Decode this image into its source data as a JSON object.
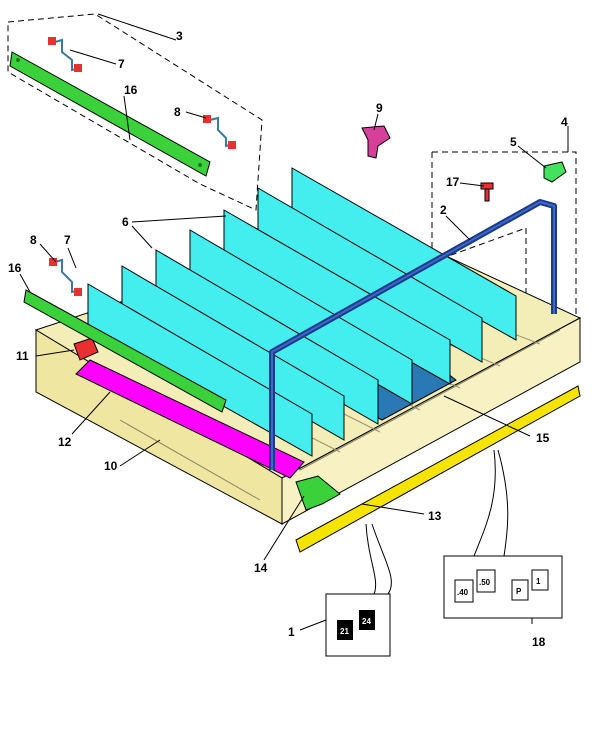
{
  "diagram": {
    "callouts": {
      "c1": "1",
      "c2": "2",
      "c3": "3",
      "c4": "4",
      "c5": "5",
      "c6": "6",
      "c7a": "7",
      "c7b": "7",
      "c8a": "8",
      "c8b": "8",
      "c9": "9",
      "c10": "10",
      "c11": "11",
      "c12": "12",
      "c13": "13",
      "c14": "14",
      "c15": "15",
      "c16a": "16",
      "c16b": "16",
      "c17": "17",
      "c18": "18"
    },
    "inset_labels": {
      "box1": [
        "21",
        "24"
      ],
      "box18_numbers": [
        ".40",
        ".50"
      ],
      "box18_letters": [
        "P",
        "1"
      ]
    },
    "colors": {
      "tray": "#f3edb8",
      "divider": "#44eeee",
      "rod": "#1b3a8a",
      "strip": "#3ad13a",
      "pusher_plate": "#ff00ff",
      "clip_red": "#e83030",
      "clip_magenta": "#d6409a",
      "rail": "#f5e400",
      "bottom_plate": "#2a79b5"
    }
  }
}
